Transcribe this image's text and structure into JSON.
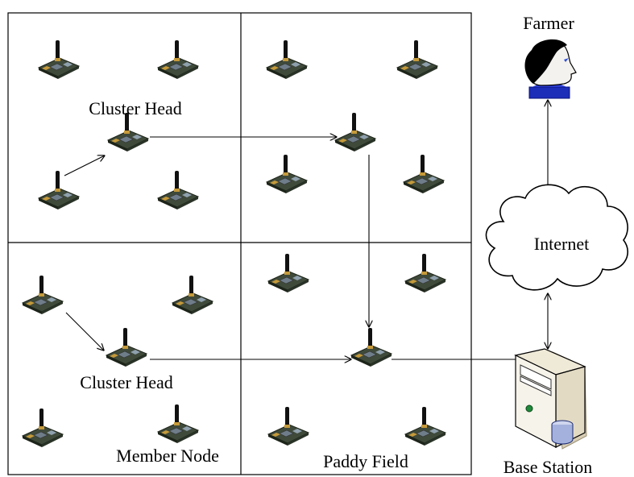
{
  "labels": {
    "cluster_head_top": "Cluster Head",
    "cluster_head_bottom": "Cluster Head",
    "member_node": "Member Node",
    "paddy_field": "Paddy Field",
    "farmer": "Farmer",
    "internet": "Internet",
    "base_station": "Base Station"
  },
  "colors": {
    "board": "#3f4a3b",
    "board_edge": "#1d2419",
    "antenna": "#111111",
    "chip": "#6f7d8a",
    "gold": "#c59a3b",
    "farmer_shirt": "#1c2db8",
    "server_body": "#f2eee1",
    "server_shadow": "#d8ceb4",
    "line": "#000000"
  },
  "nodes": [
    {
      "id": "n1"
    },
    {
      "id": "n2"
    },
    {
      "id": "ch-top"
    },
    {
      "id": "n3"
    },
    {
      "id": "n4"
    },
    {
      "id": "n5"
    },
    {
      "id": "n6"
    },
    {
      "id": "relay-top"
    },
    {
      "id": "n7"
    },
    {
      "id": "n8"
    },
    {
      "id": "n9"
    },
    {
      "id": "n10"
    },
    {
      "id": "ch-bottom"
    },
    {
      "id": "n11"
    },
    {
      "id": "n12"
    },
    {
      "id": "n13"
    },
    {
      "id": "n14"
    },
    {
      "id": "relay-bottom"
    },
    {
      "id": "n15"
    },
    {
      "id": "n16"
    }
  ]
}
